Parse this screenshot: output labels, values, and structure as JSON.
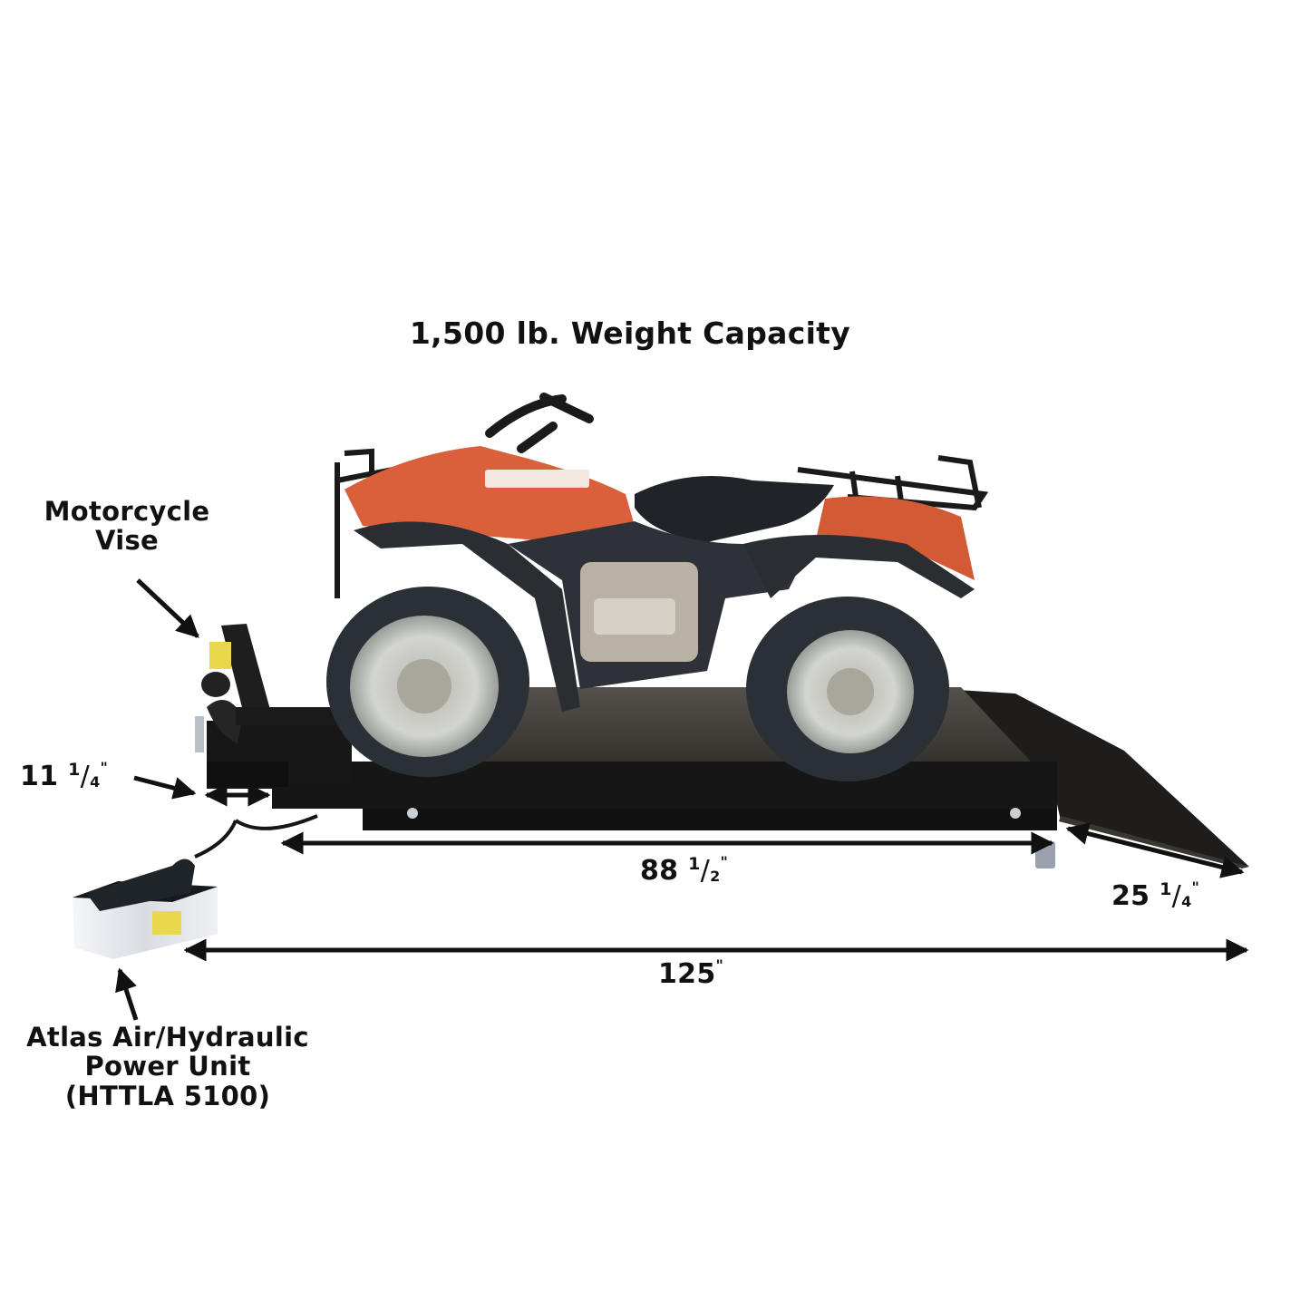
{
  "title": "1,500 lb. Weight Capacity",
  "callouts": {
    "vise": {
      "line1": "Motorcycle",
      "line2": "Vise"
    },
    "power_unit": {
      "line1": "Atlas Air/Hydraulic",
      "line2": "Power Unit",
      "line3": "(HTTLA 5100)"
    }
  },
  "dimensions": {
    "vise_depth": {
      "whole": "11",
      "num": "1",
      "den": "4",
      "unit": "\""
    },
    "platform_length": {
      "whole": "88",
      "num": "1",
      "den": "2",
      "unit": "\""
    },
    "ramp_length": {
      "whole": "25",
      "num": "1",
      "den": "4",
      "unit": "\""
    },
    "overall_length": {
      "whole": "125",
      "unit": "\""
    }
  },
  "colors": {
    "background": "#ffffff",
    "text": "#111111",
    "arrow": "#111111",
    "atv_body": "#d9603a",
    "atv_plastic": "#2e3238",
    "tire": "#2b3036",
    "rim": "#c9ccc6",
    "platform": "#1c1c1c",
    "deck": "#4a4540",
    "power_unit_shell": "#e4e8ee",
    "power_unit_pedal": "#1f2429",
    "warning_label": "#e8d84a"
  }
}
